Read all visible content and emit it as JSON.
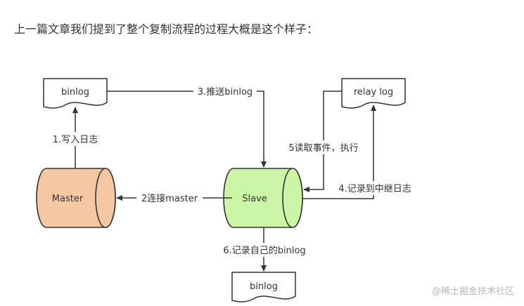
{
  "article": {
    "intro": "上一篇文章我们提到了整个复制流程的过程大概是这个样子："
  },
  "diagram": {
    "nodes": {
      "master": "Master",
      "slave": "Slave",
      "binlog_master": "binlog",
      "relay_log": "relay log",
      "binlog_slave": "binlog"
    },
    "steps": {
      "write_log": "1.写入日志",
      "connect_master": "2连接master",
      "push_binlog": "3.推送binlog",
      "record_relay": "4.记录到中继日志",
      "read_execute": "5读取事件，执行",
      "record_own_binlog": "6.记录自己的binlog"
    },
    "colors": {
      "master_fill": "#f5c8a3",
      "slave_fill": "#cdf5a6",
      "stroke": "#333333"
    }
  },
  "watermark": "@稀土掘金技术社区"
}
